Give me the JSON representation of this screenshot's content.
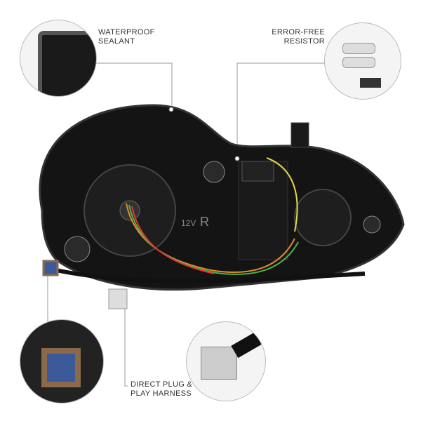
{
  "callouts": {
    "waterproof": {
      "line1": "WATERPROOF",
      "line2": "SEALANT"
    },
    "resistor": {
      "line1": "ERROR-FREE",
      "line2": "RESISTOR"
    },
    "harness": {
      "line1": "DIRECT PLUG &",
      "line2": "PLAY HARNESS"
    }
  },
  "embossed": {
    "voltage": "12V",
    "side": "R"
  },
  "colors": {
    "housing": "#111111",
    "line": "#9a9a9a"
  }
}
